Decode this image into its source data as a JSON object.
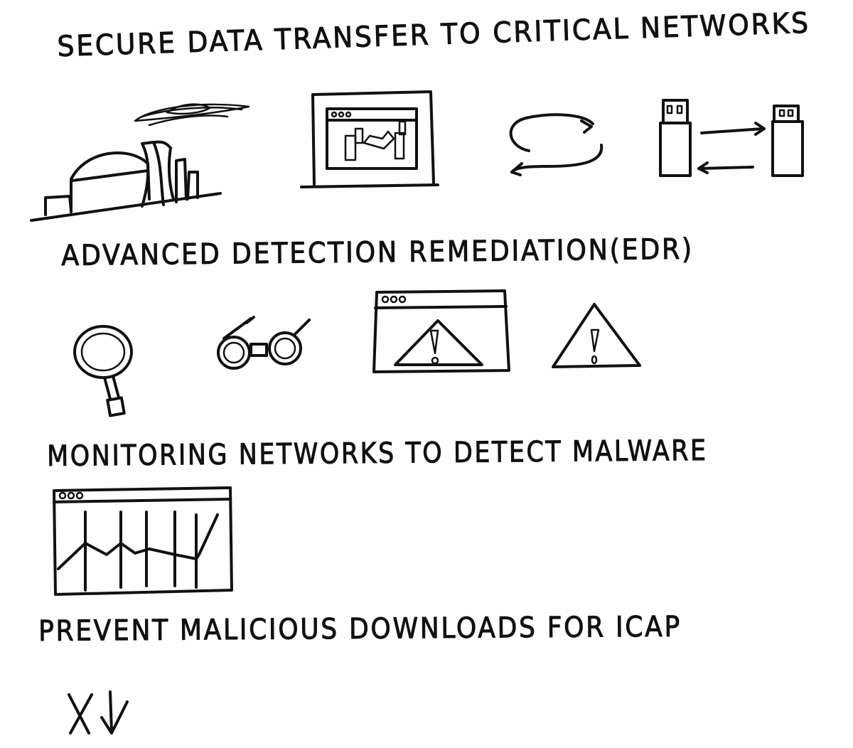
{
  "sections": [
    {
      "heading": "SECURE DATA TRANSFER TO CRITICAL NETWORKS",
      "icons": [
        "power-plant-icon",
        "browser-window-icon",
        "sync-arrows-icon",
        "usb-transfer-icon"
      ]
    },
    {
      "heading": "ADVANCED DETECTION REMEDIATION(EDR)",
      "icons": [
        "magnifying-glass-icon",
        "glasses-icon",
        "browser-warning-icon",
        "warning-triangle-icon"
      ]
    },
    {
      "heading": "MONITORING NETWORKS TO DETECT MALWARE",
      "icons": [
        "monitoring-chart-window-icon"
      ]
    },
    {
      "heading": "PREVENT MALICIOUS DOWNLOADS FOR ICAP",
      "icons": [
        "blocked-download-icon"
      ]
    }
  ],
  "colors": {
    "ink": "#111111",
    "paper": "#fefefe"
  }
}
